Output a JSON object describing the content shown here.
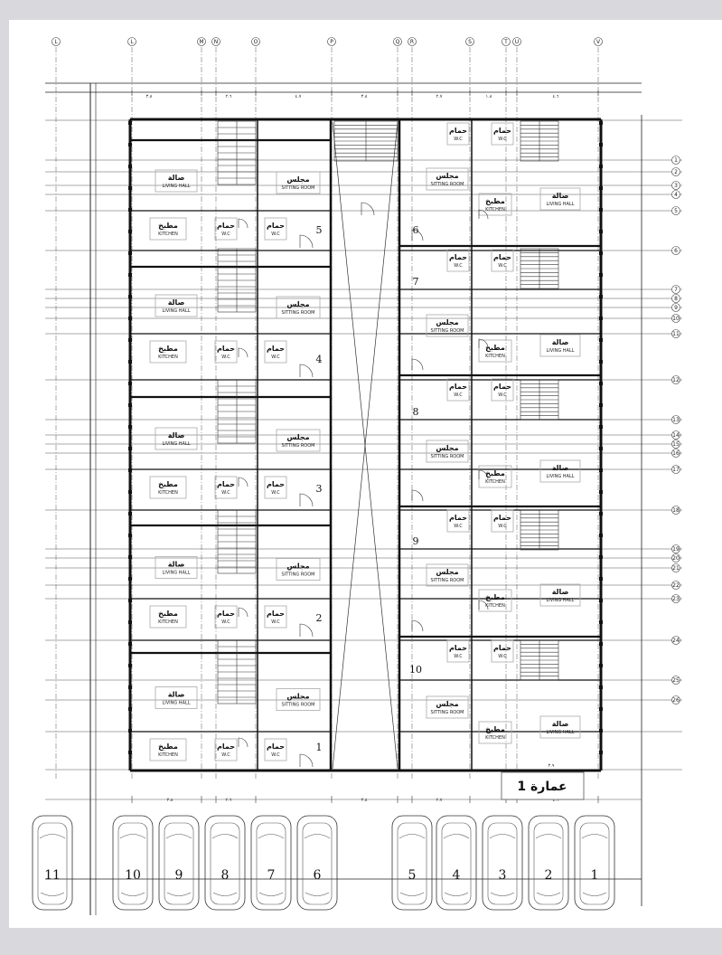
{
  "title": "عمارة 1",
  "labels": {
    "living_ar": "صالة",
    "living_en": "LIVING HALL",
    "kitchen_ar": "مطبخ",
    "kitchen_en": "KITCHEN",
    "sitting_ar": "مجلس",
    "sitting_en": "SITTING ROOM",
    "bath_ar": "حمام",
    "wc_en": "W.C"
  },
  "units_left": [
    "5",
    "4",
    "3",
    "2",
    "1"
  ],
  "units_right": [
    "6",
    "7",
    "8",
    "9",
    "10"
  ],
  "parking_left": [
    "11",
    "10",
    "9",
    "8",
    "7",
    "6"
  ],
  "parking_right": [
    "5",
    "4",
    "3",
    "2",
    "1"
  ],
  "dims_top": [
    "٣.٨",
    "٢.٦",
    "٤.٧",
    "٣.٨",
    "٢.٧",
    "١.٨",
    "٤.٦"
  ],
  "dims_bottom": [
    "٣.٨",
    "٢.٦",
    "٣.٨",
    "٢.٧",
    "٤.٦"
  ],
  "dim_note": "٣.٩",
  "grid_top": [
    "L",
    "L",
    "M",
    "N",
    "O",
    "P",
    "Q",
    "R",
    "S",
    "T",
    "U",
    "V"
  ],
  "grid_right": [
    "1",
    "2",
    "3",
    "4",
    "5",
    "6",
    "7",
    "8",
    "9",
    "10",
    "11",
    "12",
    "13",
    "14",
    "15",
    "16",
    "17",
    "18",
    "19",
    "20",
    "21",
    "22",
    "23",
    "24",
    "25",
    "26"
  ]
}
